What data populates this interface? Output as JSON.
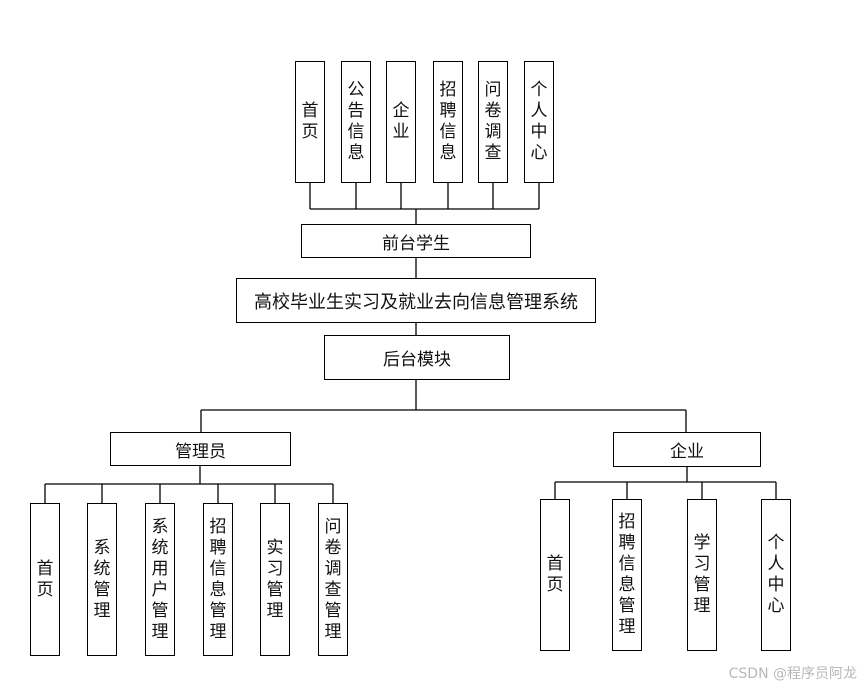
{
  "system_title": "高校毕业生实习及就业去向信息管理系统",
  "front": {
    "title": "前台学生",
    "modules": [
      "首页",
      "公告信息",
      "企业",
      "招聘信息",
      "问卷调查",
      "个人中心"
    ]
  },
  "backend": {
    "title": "后台模块",
    "admin": {
      "title": "管理员",
      "modules": [
        "首页",
        "系统管理",
        "系统用户管理",
        "招聘信息管理",
        "实习管理",
        "问卷调查管理"
      ]
    },
    "enterprise": {
      "title": "企业",
      "modules": [
        "首页",
        "招聘信息管理",
        "学习管理",
        "个人中心"
      ]
    }
  },
  "watermark": "CSDN @程序员阿龙"
}
